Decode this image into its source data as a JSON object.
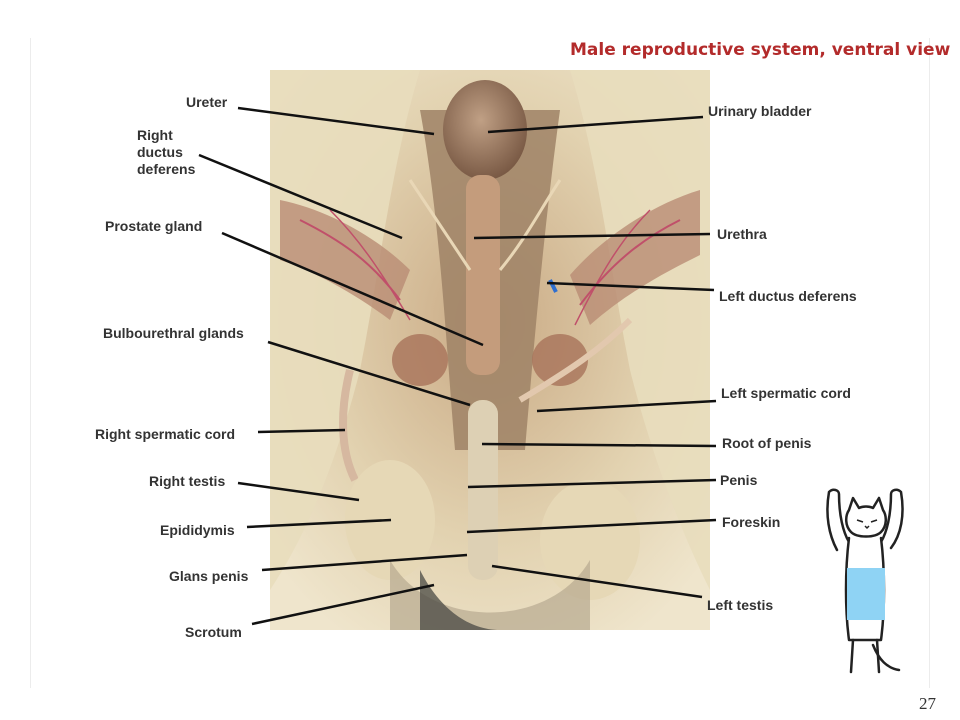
{
  "title": "Male reproductive system, ventral view",
  "page_number": "27",
  "labels_left": [
    {
      "id": "ureter",
      "text": "Ureter"
    },
    {
      "id": "right-ductus-deferens",
      "text": "Right ductus deferens"
    },
    {
      "id": "prostate-gland",
      "text": "Prostate gland"
    },
    {
      "id": "bulbourethral-glands",
      "text": "Bulbourethral glands"
    },
    {
      "id": "right-spermatic-cord",
      "text": "Right spermatic cord"
    },
    {
      "id": "right-testis",
      "text": "Right testis"
    },
    {
      "id": "epididymis",
      "text": "Epididymis"
    },
    {
      "id": "glans-penis",
      "text": "Glans penis"
    },
    {
      "id": "scrotum",
      "text": "Scrotum"
    }
  ],
  "labels_right": [
    {
      "id": "urinary-bladder",
      "text": "Urinary bladder"
    },
    {
      "id": "urethra",
      "text": "Urethra"
    },
    {
      "id": "left-ductus-deferens",
      "text": "Left ductus deferens"
    },
    {
      "id": "left-spermatic-cord",
      "text": "Left spermatic cord"
    },
    {
      "id": "root-of-penis",
      "text": "Root of penis"
    },
    {
      "id": "penis",
      "text": "Penis"
    },
    {
      "id": "foreskin",
      "text": "Foreskin"
    },
    {
      "id": "left-testis",
      "text": "Left testis"
    }
  ],
  "colors": {
    "title": "#b32b2b",
    "label_text": "#333333",
    "leader_line": "#111111",
    "orientation_highlight": "#8fd3f4"
  }
}
